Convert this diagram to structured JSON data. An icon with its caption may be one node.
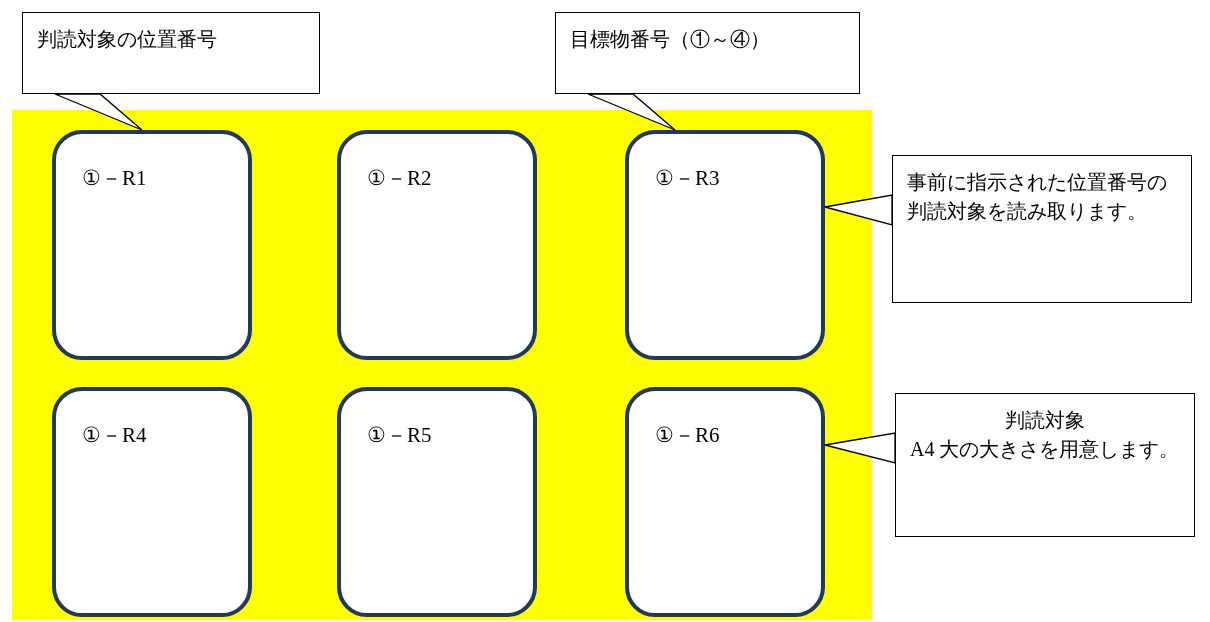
{
  "diagram": {
    "nodes": [
      {
        "text": [],
        "shape": "box"
      },
      {
        "text": [
          "①－R1"
        ],
        "in": 0
      },
      {
        "text": [
          "①－R2"
        ],
        "in": 0
      },
      {
        "text": [
          "①－R3"
        ],
        "in": 0
      },
      {
        "text": [
          "①－R4"
        ],
        "in": 0
      },
      {
        "text": [
          "①－R5"
        ],
        "in": 0
      },
      {
        "text": [
          "①－R6"
        ],
        "in": 0
      },
      {
        "text": [
          "判読対象の位置番号"
        ]
      },
      {
        "text": [
          "目標物番号（①～④）"
        ]
      },
      {
        "text": [
          "事前に指示された位置番号の判読対象を読み取ります。"
        ]
      },
      {
        "text": [
          "判読対象",
          "A4 大の大きさを用意します。"
        ]
      }
    ],
    "edges": [
      {
        "from": 7,
        "to": 1,
        "arrow": "none"
      },
      {
        "from": 8,
        "to": 3,
        "arrow": "none"
      },
      {
        "from": 9,
        "to": 3,
        "arrow": "none"
      },
      {
        "from": 10,
        "to": 6,
        "arrow": "none"
      }
    ]
  }
}
